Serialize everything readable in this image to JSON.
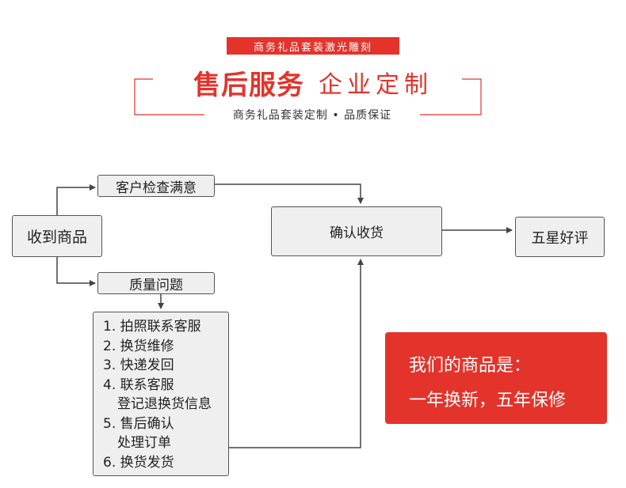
{
  "header": {
    "tag": "商务礼品套装激光雕刻",
    "title_main": "售后服务",
    "title_sub": "企业定制",
    "subtitle": "商务礼品套装定制 • 品质保证"
  },
  "flow": {
    "receive": "收到商品",
    "satisfied": "客户检查满意",
    "quality_issue": "质量问题",
    "confirm": "确认收货",
    "rating": "五星好评",
    "steps": [
      "1. 拍照联系客服",
      "2. 换货维修",
      "3. 快递发回",
      "4. 联系客服",
      "登记退换货信息",
      "5. 售后确认",
      "处理订单",
      "6. 换货发货"
    ]
  },
  "promo": {
    "line1": "我们的商品是：",
    "line2": "一年换新，五年保修"
  },
  "colors": {
    "accent": "#e3332b",
    "box_fill": "#efefef",
    "line": "#444444"
  }
}
